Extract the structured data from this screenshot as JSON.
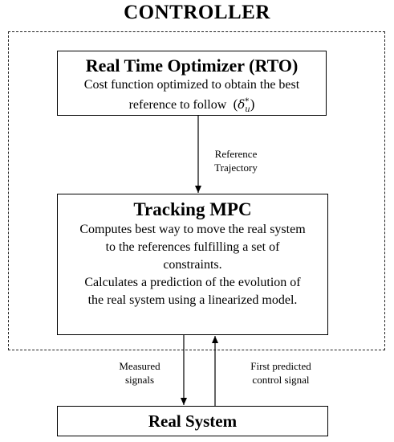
{
  "controller": {
    "title": "CONTROLLER"
  },
  "rto": {
    "title": "Real Time Optimizer (RTO)",
    "line1": "Cost function optimized to obtain the best",
    "line2": "reference to follow",
    "symbol_base": "δ",
    "symbol_sub": "u",
    "symbol_sup": "*"
  },
  "arrow_rto_mpc": {
    "label_line1": "Reference",
    "label_line2": "Trajectory"
  },
  "mpc": {
    "title": "Tracking MPC",
    "lines": [
      "Computes best way to move the real system",
      "to the references fulfilling a set of",
      "constraints.",
      "Calculates a prediction of the evolution of",
      "the real system using a linearized model."
    ]
  },
  "arrow_down": {
    "label_line1": "Measured",
    "label_line2": "signals"
  },
  "arrow_up": {
    "label_line1": "First predicted",
    "label_line2": "control signal"
  },
  "real_system": {
    "title": "Real System"
  }
}
